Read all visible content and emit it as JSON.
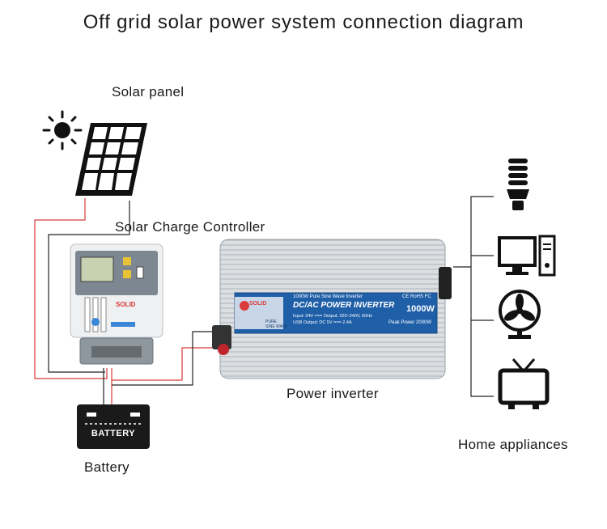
{
  "title": "Off grid solar power system connection diagram",
  "labels": {
    "solar_panel": "Solar panel",
    "controller": "Solar Charge Controller",
    "inverter": "Power inverter",
    "battery": "Battery",
    "home": "Home appliances"
  },
  "battery_icon_text": "BATTERY",
  "controller_device": {
    "brand": "SOLID"
  },
  "inverter_device": {
    "brand": "SOLID",
    "line1": "1000W Pure  Sine Wave Inverter",
    "main": "DC/AC POWER INVERTER",
    "power": "1000W",
    "cert": "CE RoHS FC",
    "input": "Input: 24V === Output: 220~240V, 60Hz",
    "usb": "USB Output: DC 5V === 2.4A",
    "peak": "Peak Power 2000W",
    "sine1": "PURE",
    "sine2": "SINE WAVE"
  },
  "colors": {
    "wire_red": "#d93a3a",
    "wire_black": "#222222",
    "inverter_blue": "#1f5fa8"
  },
  "icons": [
    "sun-icon",
    "solar-panel-icon",
    "bulb-icon",
    "computer-icon",
    "fan-icon",
    "tv-icon",
    "battery-icon"
  ]
}
